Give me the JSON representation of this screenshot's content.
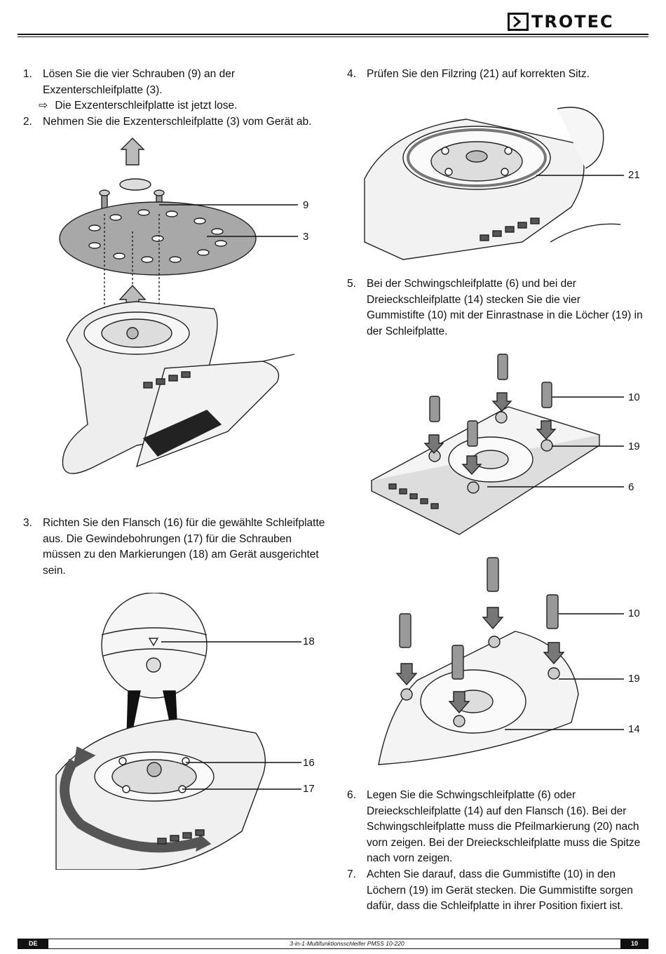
{
  "header": {
    "brand": "TROTEC"
  },
  "left_column": {
    "step1": {
      "number": "1.",
      "text_line1": "Lösen Sie die vier Schrauben (9) an der",
      "text_line2": "Exzenterschleifplatte (3)."
    },
    "result1": {
      "arrow": "⇨",
      "text": "Die Exzenterschleifplatte ist jetzt lose."
    },
    "step2": {
      "number": "2.",
      "text": "Nehmen Sie die Exzenterschleifplatte (3) vom Gerät ab."
    },
    "figure1_callouts": [
      "9",
      "3"
    ],
    "step3": {
      "number": "3.",
      "lines": [
        "Richten Sie den Flansch (16) für die gewählte Schleifplatte",
        "aus. Die Gewindebohrungen (17) für die Schrauben",
        "müssen zu den Markierungen (18) am Gerät ausgerichtet",
        "sein."
      ]
    },
    "figure3_callouts": [
      "18",
      "16",
      "17"
    ]
  },
  "right_column": {
    "step4": {
      "number": "4.",
      "text": "Prüfen Sie den Filzring (21) auf korrekten Sitz."
    },
    "figure4_callouts": [
      "21"
    ],
    "step5": {
      "number": "5.",
      "lines": [
        "Bei der Schwingschleifplatte (6) und bei der",
        "Dreieckschleifplatte (14) stecken Sie die vier",
        "Gummistifte (10) mit der Einrastnase in die Löcher (19) in",
        "der Schleifplatte."
      ]
    },
    "figure5_callouts": [
      "10",
      "19",
      "6"
    ],
    "figure6_callouts": [
      "10",
      "19",
      "14"
    ],
    "step6": {
      "number": "6.",
      "lines": [
        "Legen Sie die Schwingschleifplatte (6) oder",
        "Dreieckschleifplatte (14) auf den Flansch (16). Bei der",
        "Schwingschleifplatte muss die Pfeilmarkierung (20) nach",
        "vorn zeigen. Bei der Dreieckschleifplatte muss die Spitze",
        "nach vorn zeigen."
      ]
    },
    "step7": {
      "number": "7.",
      "lines": [
        "Achten Sie darauf, dass die Gummistifte (10) in den",
        "Löchern (19) im Gerät stecken. Die Gummistifte sorgen",
        "dafür, dass die Schleifplatte in ihrer Position fixiert ist."
      ]
    }
  },
  "footer": {
    "lang": "DE",
    "title": "3-in-1-Multifunktionsschleifer PMSS 10-220",
    "page": "10"
  }
}
